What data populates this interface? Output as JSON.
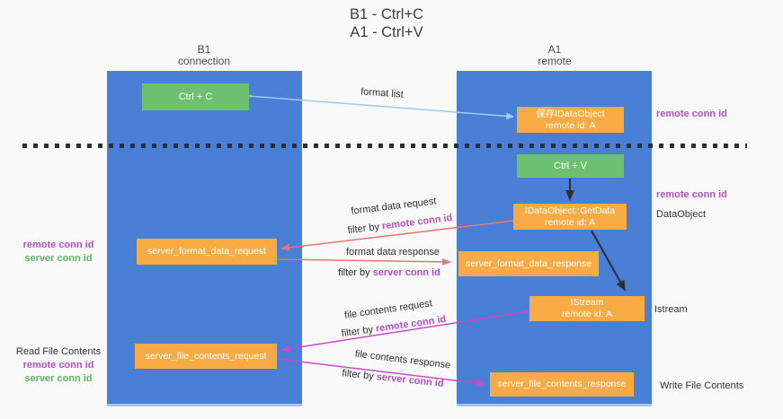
{
  "title": {
    "line1": "B1 - Ctrl+C",
    "line2": "A1 - Ctrl+V"
  },
  "lifelines": {
    "left": {
      "name": "B1",
      "role": "connection"
    },
    "right": {
      "name": "A1",
      "role": "remote"
    }
  },
  "boxes": {
    "ctrl_c": "Ctrl + C",
    "ctrl_v": "Ctrl + V",
    "save_idataobject": {
      "line1": "保存IDataObject",
      "line2": "remote id: A"
    },
    "getdata": {
      "line1": "IDataObject::GetData",
      "line2": "remote id: A"
    },
    "istream": {
      "line1": "IStream",
      "line2": "remote id: A"
    },
    "server_format_data_request": "server_format_data_request",
    "server_format_data_response": "server_format_data_response",
    "server_file_contents_request": "server_file_contents_request",
    "server_file_contents_response": "server_file_contents_response"
  },
  "arrow_labels": {
    "format_list": "format list",
    "format_data_request": "format data request",
    "format_data_response": "format data response",
    "file_contents_request": "file contents request",
    "file_contents_response": "file contents response",
    "filter_by_prefix": "filter by ",
    "remote_conn_id": "remote conn id",
    "server_conn_id": "server conn id"
  },
  "side_labels": {
    "right_top_remote_conn_id": "remote conn id",
    "right_mid_remote_conn_id": "remote conn id",
    "right_dataobject": "DataObject",
    "right_istream": "Istream",
    "right_write_file_contents": "Write File Contents",
    "left_remote_conn_id": "remote conn id",
    "left_server_conn_id": "server conn id",
    "left_read_file_contents": "Read File Contents",
    "left_bottom_remote_conn_id": "remote conn id",
    "left_bottom_server_conn_id": "server conn id"
  },
  "colors": {
    "lifeline_blue": "#4a7fd6",
    "box_orange": "#f8ab45",
    "box_green": "#6ec071",
    "arrow_red": "#e87575",
    "arrow_magenta": "#c84ac8",
    "arrow_light_blue": "#9dc9ef",
    "arrow_black": "#2e2e2e",
    "conn_id_purple": "#b150c2",
    "conn_id_green": "#5cb85c"
  }
}
